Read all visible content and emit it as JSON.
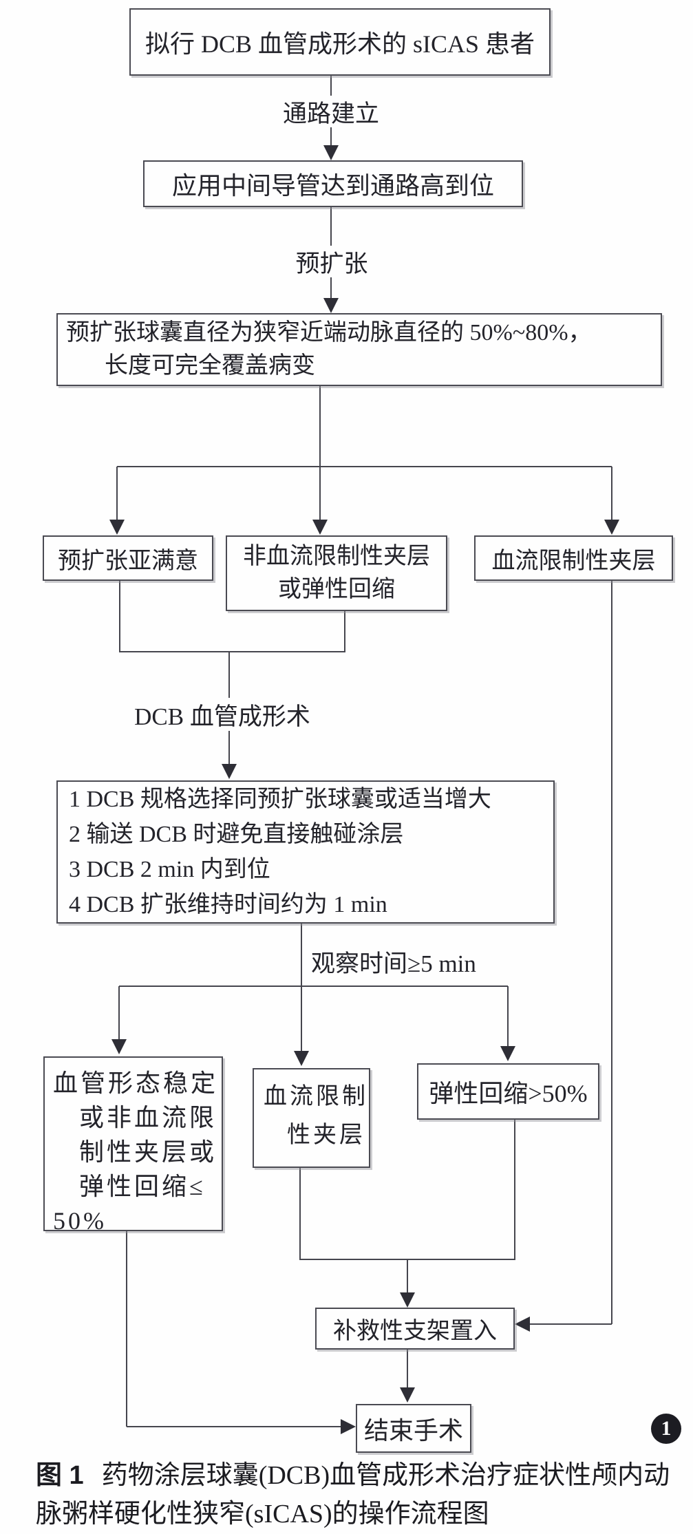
{
  "figure": {
    "badge": "1",
    "caption_label": "图 1",
    "caption_line1_rest": "药物涂层球囊(DCB)血管成形术治疗症状性颅内动",
    "caption_line2": "脉粥样硬化性狭窄(sICAS)的操作流程图"
  },
  "edge_labels": {
    "access": "通路建立",
    "pre_dilation": "预扩张",
    "dcb_angioplasty": "DCB 血管成形术",
    "observation": "观察时间≥5 min"
  },
  "nodes": {
    "patients": {
      "text": "拟行 DCB 血管成形术的 sICAS 患者"
    },
    "catheter": {
      "text": "应用中间导管达到通路高到位"
    },
    "balloon_spec": {
      "lines": [
        "预扩张球囊直径为狭窄近端动脉直径的 50%~80%，",
        "长度可完全覆盖病变"
      ]
    },
    "subsatisfactory": {
      "text": "预扩张亚满意"
    },
    "non_flow_limiting": {
      "lines": [
        "非血流限制性夹层",
        "或弹性回缩"
      ]
    },
    "flow_limiting": {
      "text": "血流限制性夹层"
    },
    "dcb_steps": {
      "lines": [
        "1 DCB 规格选择同预扩张球囊或适当增大",
        "2 输送 DCB 时避免直接触碰涂层",
        "3 DCB 2 min 内到位",
        "4 DCB 扩张维持时间约为 1 min"
      ]
    },
    "stable": {
      "lines": [
        "血管形态稳定",
        "或非血流限",
        "制性夹层或",
        "弹性回缩≤",
        "50%"
      ]
    },
    "flow_limiting_2": {
      "lines": [
        "血流限制",
        "性夹层"
      ]
    },
    "recoil_gt_50": {
      "text": "弹性回缩>50%"
    },
    "rescue_stent": {
      "text": "补救性支架置入"
    },
    "end_procedure": {
      "text": "结束手术"
    }
  }
}
